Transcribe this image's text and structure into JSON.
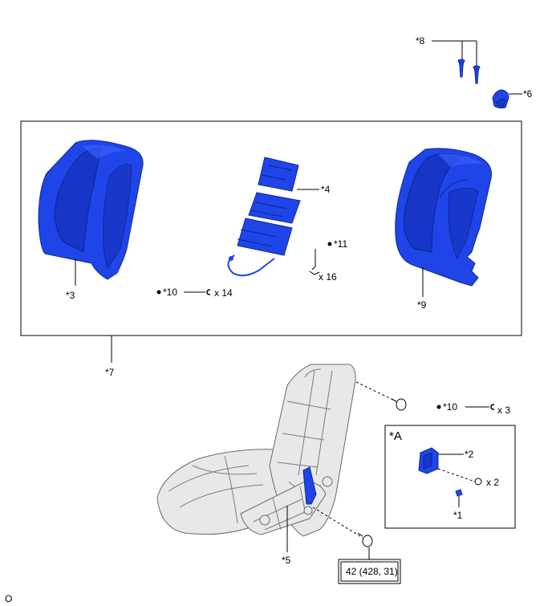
{
  "labels": {
    "p1": "*1",
    "p2": "*2",
    "p3": "*3",
    "p4": "*4",
    "p5": "*5",
    "p6": "*6",
    "p7": "*7",
    "p8": "*8",
    "p9": "*9",
    "p10a": "*10",
    "p10b": "*10",
    "p11": "*11",
    "inset": "*A"
  },
  "quantities": {
    "clips_x14": "x 14",
    "hog_rings_x16": "x 16",
    "clips_x3": "x 3",
    "screws_x2": "x 2"
  },
  "torque": "42 (428, 31)",
  "corner_mark": "O",
  "colors": {
    "part_blue": "#1f45e8",
    "frame_gray": "#e8e8e8"
  }
}
